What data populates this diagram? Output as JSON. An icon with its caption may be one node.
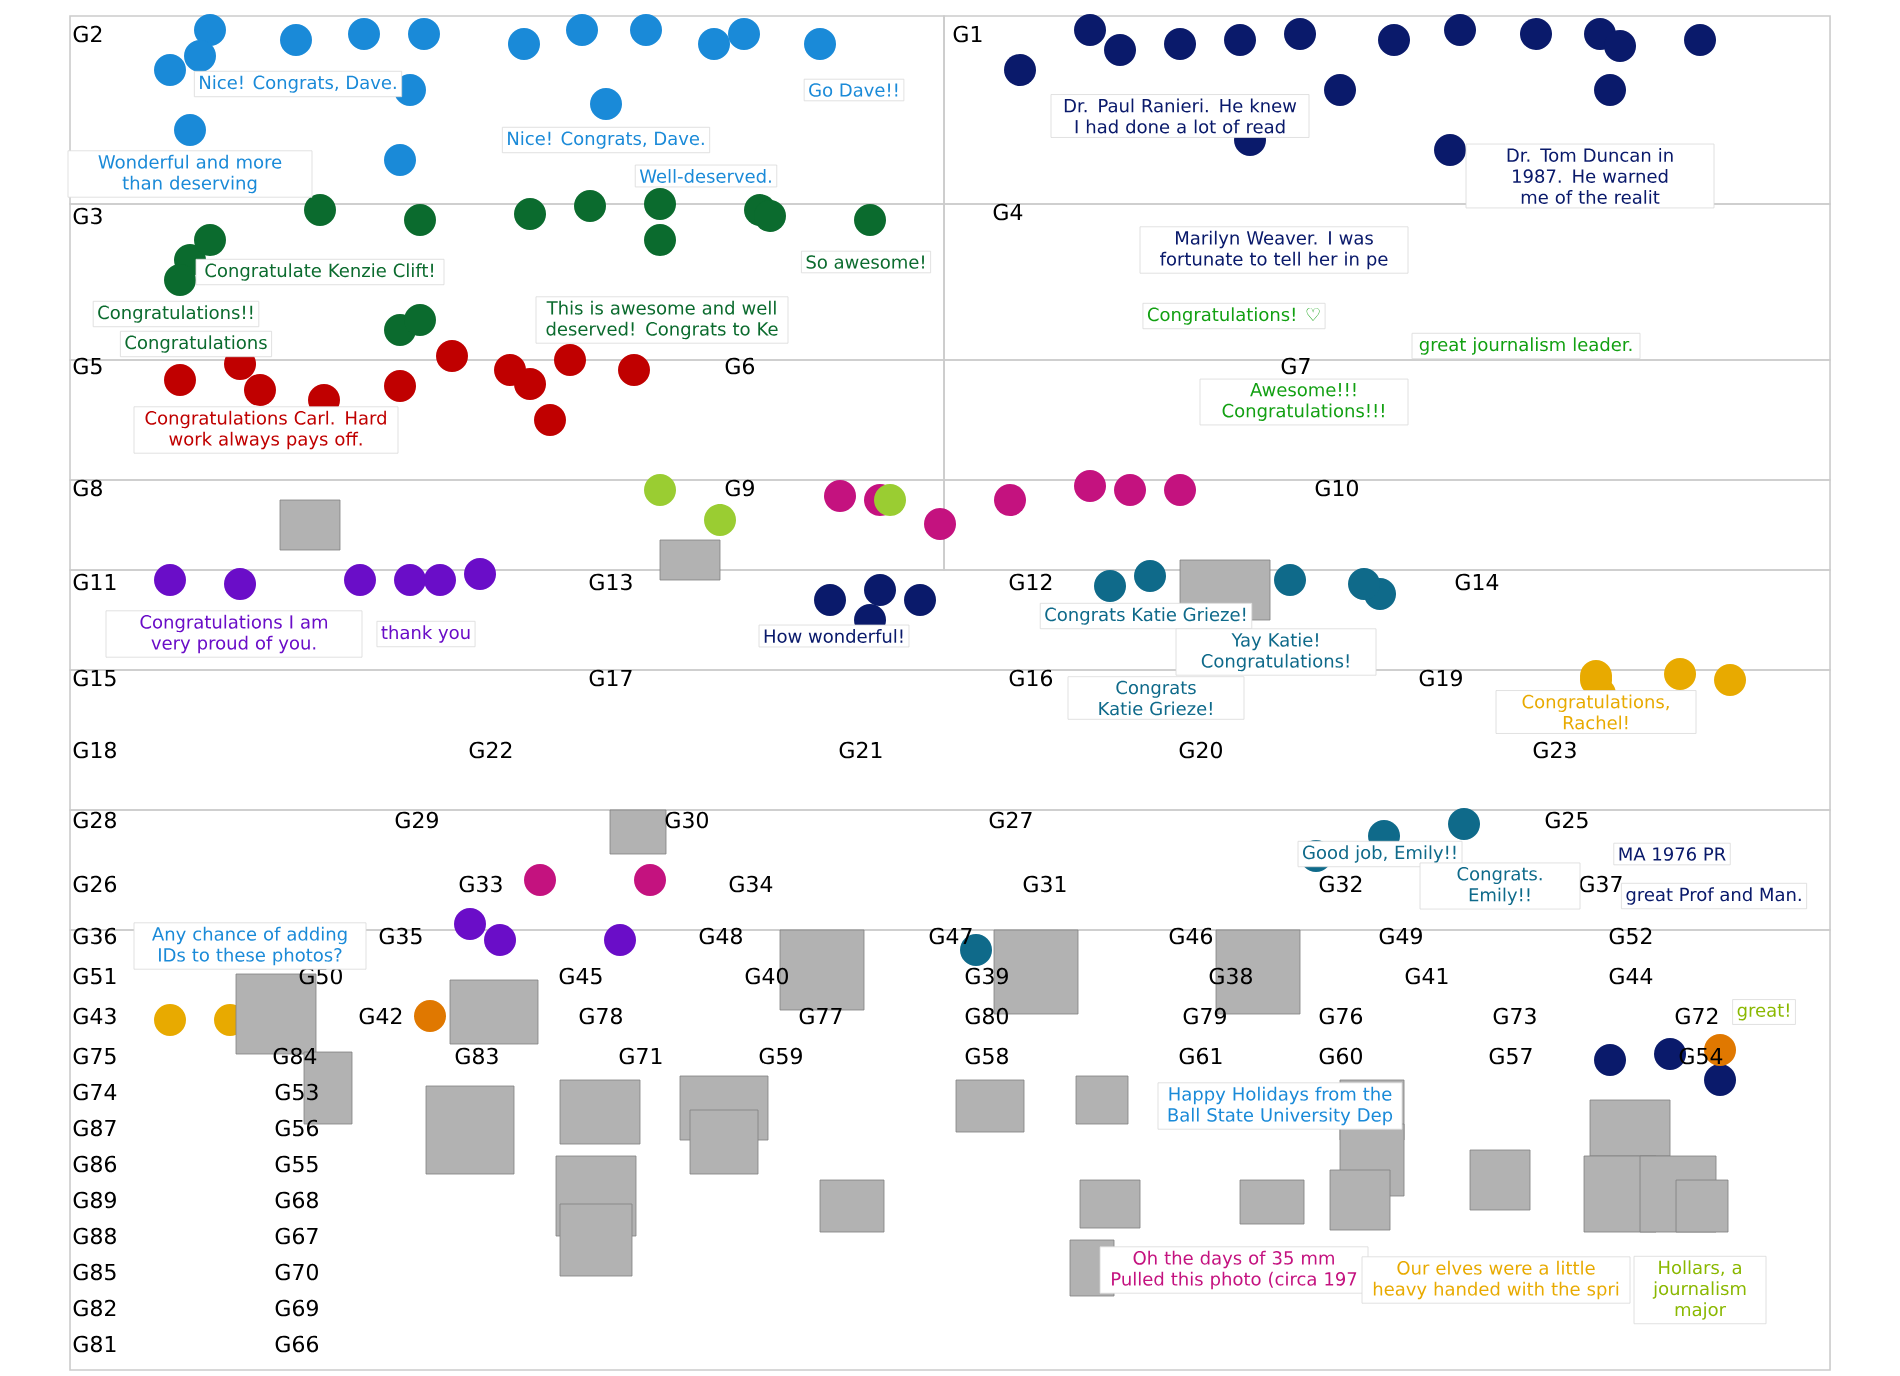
{
  "diagram": {
    "nodes": [
      {
        "text": [
          "Nice! Congrats, Dave."
        ]
      },
      {
        "text": [
          "Go Dave!!"
        ]
      },
      {
        "text": [
          "Nice! Congrats, Dave."
        ]
      },
      {
        "text": [
          "Well-deserved."
        ]
      },
      {
        "text": [
          "Wonderful and more than deserving"
        ]
      },
      {
        "text": [
          "Congratulate Kenzie Clift!"
        ]
      },
      {
        "text": [
          "So awesome!"
        ]
      },
      {
        "text": [
          "This is awesome and well deserved! Congrats to Ke"
        ]
      },
      {
        "text": [
          "Congratulations!!"
        ]
      },
      {
        "text": [
          "Congratulations"
        ]
      },
      {
        "text": [
          "Congratulations Carl. Hard work always pays off."
        ]
      },
      {
        "text": [
          "Dr. Paul Ranieri. He knew I had done a lot of read"
        ]
      },
      {
        "text": [
          "Dr. Tom Duncan in 1987. He warned me of the realit"
        ]
      },
      {
        "text": [
          "Marilyn Weaver. I was fortunate to tell her in pe"
        ]
      },
      {
        "text": [
          "Congratulations! ♡"
        ]
      },
      {
        "text": [
          "Awesome!!! Congratulations!!!"
        ]
      },
      {
        "text": [
          "great journalism leader."
        ]
      },
      {
        "text": [
          "Congratulations I am very proud of you."
        ]
      },
      {
        "text": [
          "thank you"
        ]
      },
      {
        "text": [
          "How wonderful!"
        ]
      },
      {
        "text": [
          "Congrats Katie Grieze!"
        ]
      },
      {
        "text": [
          "Yay Katie! Congratulations!"
        ]
      },
      {
        "text": [
          "Congrats Katie Grieze!"
        ]
      },
      {
        "text": [
          "Congratulations, Rachel!"
        ]
      },
      {
        "text": [
          "Good job, Emily!!"
        ]
      },
      {
        "text": [
          "Congrats. Emily!!"
        ]
      },
      {
        "text": [
          "MA 1976 PR"
        ]
      },
      {
        "text": [
          "great Prof and Man."
        ]
      },
      {
        "text": [
          "Any chance of adding IDs to these photos?"
        ]
      },
      {
        "text": [
          "Happy Holidays from the Ball State University Dep"
        ]
      },
      {
        "text": [
          "Oh the days of 35 mm Pulled this photo (circa 197"
        ]
      },
      {
        "text": [
          "Our elves were a little heavy handed with the spri"
        ]
      },
      {
        "text": [
          "Hollars, a journalism major"
        ]
      },
      {
        "text": [
          "great!"
        ]
      }
    ],
    "labels": [
      "G2",
      "G1",
      "G3",
      "G4",
      "G5",
      "G6",
      "G7",
      "G8",
      "G9",
      "G10",
      "G11",
      "G13",
      "G12",
      "G14",
      "G15",
      "G17",
      "G16",
      "G19",
      "G18",
      "G22",
      "G21",
      "G20",
      "G23",
      "G28",
      "G29",
      "G30",
      "G27",
      "G25",
      "G26",
      "G33",
      "G34",
      "G31",
      "G32",
      "G37",
      "G36",
      "G35",
      "G48",
      "G47",
      "G46",
      "G49",
      "G52",
      "G51",
      "G50",
      "G45",
      "G40",
      "G39",
      "G38",
      "G41",
      "G44",
      "G43",
      "G42",
      "G78",
      "G77",
      "G80",
      "G79",
      "G76",
      "G73",
      "G72",
      "G75",
      "G84",
      "G83",
      "G71",
      "G59",
      "G58",
      "G61",
      "G60",
      "G57",
      "G54",
      "G74",
      "G53",
      "G87",
      "G56",
      "G86",
      "G55",
      "G89",
      "G68",
      "G88",
      "G67",
      "G85",
      "G70",
      "G82",
      "G69",
      "G81",
      "G66"
    ]
  }
}
